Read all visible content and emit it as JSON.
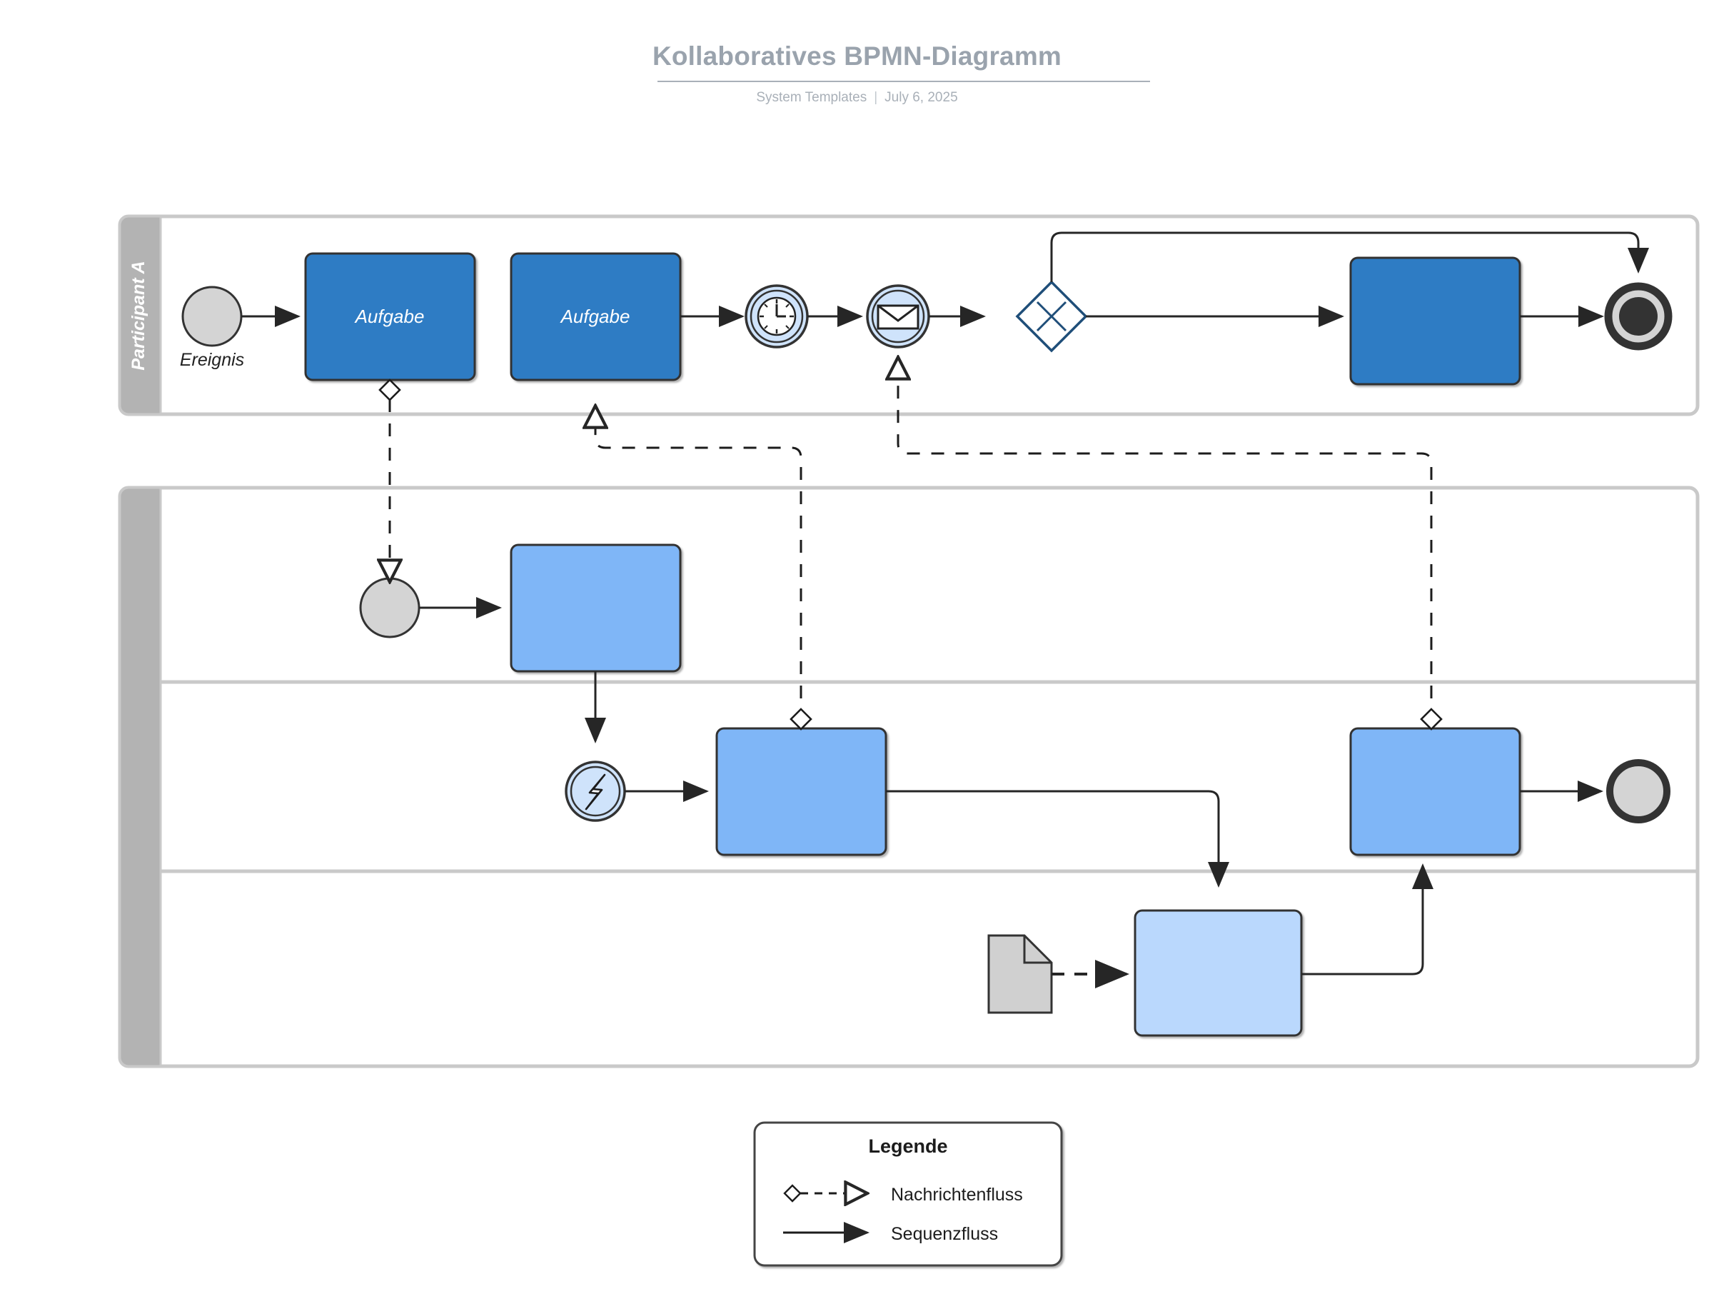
{
  "header": {
    "title": "Kollaboratives BPMN-Diagramm",
    "source": "System Templates",
    "separator": "|",
    "date": "July 6, 2025"
  },
  "colors": {
    "title_gray": "#9aa3ad",
    "pool_header": "#b3b3b3",
    "pool_border": "#c9c9c9",
    "task_dark_blue": "#2f7bc4",
    "task_light_blue": "#7fb6f7",
    "event_light": "#cfe3fb",
    "event_gray": "#d4d4d4",
    "gateway_stroke": "#1f4e79",
    "line": "#262626",
    "data_object": "#d0d0d0"
  },
  "pools": [
    {
      "id": "pool-a",
      "label": "Participant A",
      "lanes": 1
    },
    {
      "id": "pool-b",
      "label": "",
      "lanes": 3
    }
  ],
  "nodes": [
    {
      "id": "start-a",
      "type": "start-event",
      "pool": "pool-a",
      "label": "Ereignis",
      "icon": "circle-icon"
    },
    {
      "id": "task-a1",
      "type": "task",
      "pool": "pool-a",
      "label": "Aufgabe",
      "icon": "task-icon"
    },
    {
      "id": "task-a2",
      "type": "task",
      "pool": "pool-a",
      "label": "Aufgabe",
      "icon": "task-icon"
    },
    {
      "id": "timer-a",
      "type": "intermediate-event",
      "pool": "pool-a",
      "label": "",
      "icon": "clock-icon"
    },
    {
      "id": "message-a",
      "type": "intermediate-event",
      "pool": "pool-a",
      "label": "",
      "icon": "envelope-icon"
    },
    {
      "id": "gateway-a",
      "type": "exclusive-gateway",
      "pool": "pool-a",
      "label": "",
      "icon": "gateway-x-icon"
    },
    {
      "id": "task-a3",
      "type": "task",
      "pool": "pool-a",
      "label": "",
      "icon": "task-icon"
    },
    {
      "id": "end-a",
      "type": "terminate-event",
      "pool": "pool-a",
      "label": "",
      "icon": "terminate-icon"
    },
    {
      "id": "start-b",
      "type": "start-event",
      "pool": "pool-b",
      "label": "",
      "icon": "circle-icon"
    },
    {
      "id": "task-b1",
      "type": "task",
      "pool": "pool-b",
      "label": "",
      "icon": "task-icon"
    },
    {
      "id": "error-b",
      "type": "intermediate-event",
      "pool": "pool-b",
      "label": "",
      "icon": "lightning-icon"
    },
    {
      "id": "task-b2",
      "type": "task",
      "pool": "pool-b",
      "label": "",
      "icon": "task-icon"
    },
    {
      "id": "task-b3",
      "type": "task",
      "pool": "pool-b",
      "label": "",
      "icon": "task-icon"
    },
    {
      "id": "task-b4",
      "type": "task",
      "pool": "pool-b",
      "label": "",
      "icon": "task-icon"
    },
    {
      "id": "data-b",
      "type": "data-object",
      "pool": "pool-b",
      "label": "",
      "icon": "document-icon"
    },
    {
      "id": "end-b",
      "type": "end-event",
      "pool": "pool-b",
      "label": "",
      "icon": "circle-icon"
    }
  ],
  "legend": {
    "title": "Legende",
    "items": [
      {
        "id": "legend-message-flow",
        "label": "Nachrichtenfluss",
        "style": "dashed-open-arrow-diamond"
      },
      {
        "id": "legend-sequence-flow",
        "label": "Sequenzfluss",
        "style": "solid-filled-arrow"
      }
    ]
  }
}
